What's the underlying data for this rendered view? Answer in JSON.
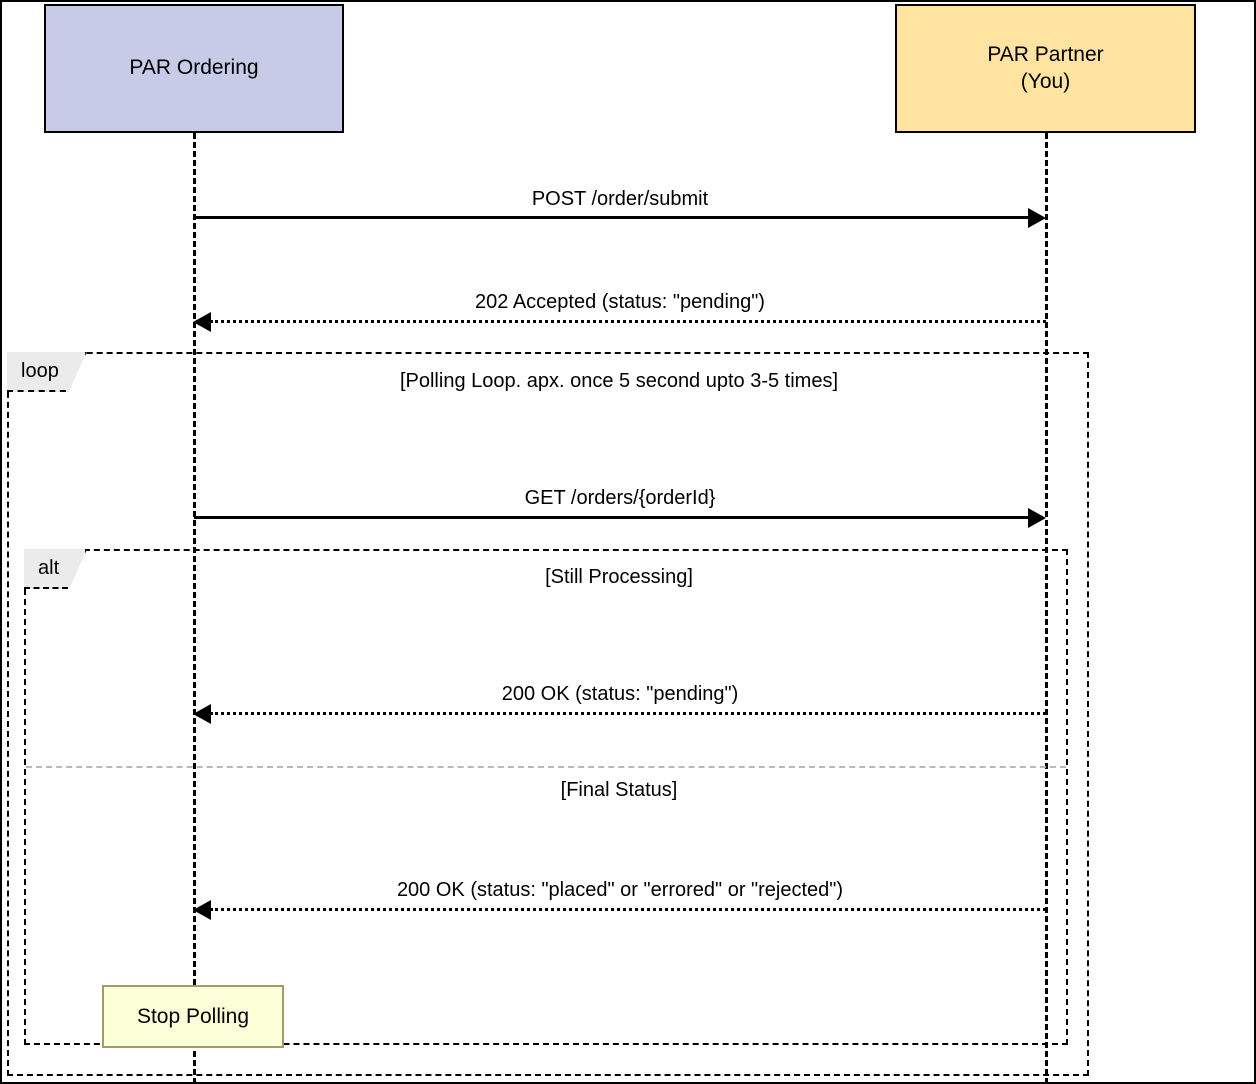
{
  "diagram": {
    "type": "uml-sequence-diagram",
    "participants": [
      {
        "id": "par-ordering",
        "label": "PAR Ordering",
        "fill": "#c6cbe8",
        "stroke": "#000000"
      },
      {
        "id": "par-partner",
        "label": "PAR Partner\n(You)",
        "fill": "#ffe3a0",
        "stroke": "#000000"
      }
    ],
    "fragments": [
      {
        "id": "loop-fragment",
        "operator": "loop",
        "guard": "[Polling Loop. apx. once 5 second upto 3-5 times]"
      },
      {
        "id": "alt-fragment",
        "operator": "alt",
        "guard": "[Still Processing]",
        "else_guard": "[Final Status]"
      }
    ],
    "messages": [
      {
        "id": "msg-post-order-submit",
        "label": "POST /order/submit",
        "direction": "right",
        "style": "solid"
      },
      {
        "id": "msg-202-accepted",
        "label": "202 Accepted (status: \"pending\")",
        "direction": "left",
        "style": "dotted"
      },
      {
        "id": "msg-get-order-status",
        "label": "GET /orders/{orderId}",
        "direction": "right",
        "style": "solid"
      },
      {
        "id": "msg-200-ok-pending",
        "label": "200 OK (status: \"pending\")",
        "direction": "left",
        "style": "dotted"
      },
      {
        "id": "msg-200-ok-final",
        "label": "200 OK (status: \"placed\" or \"errored\" or \"rejected\")",
        "direction": "left",
        "style": "dotted"
      }
    ],
    "notes": [
      {
        "id": "note-stop-polling",
        "label": "Stop Polling",
        "fill": "#fbffd8",
        "stroke": "#a39a6b"
      }
    ]
  }
}
